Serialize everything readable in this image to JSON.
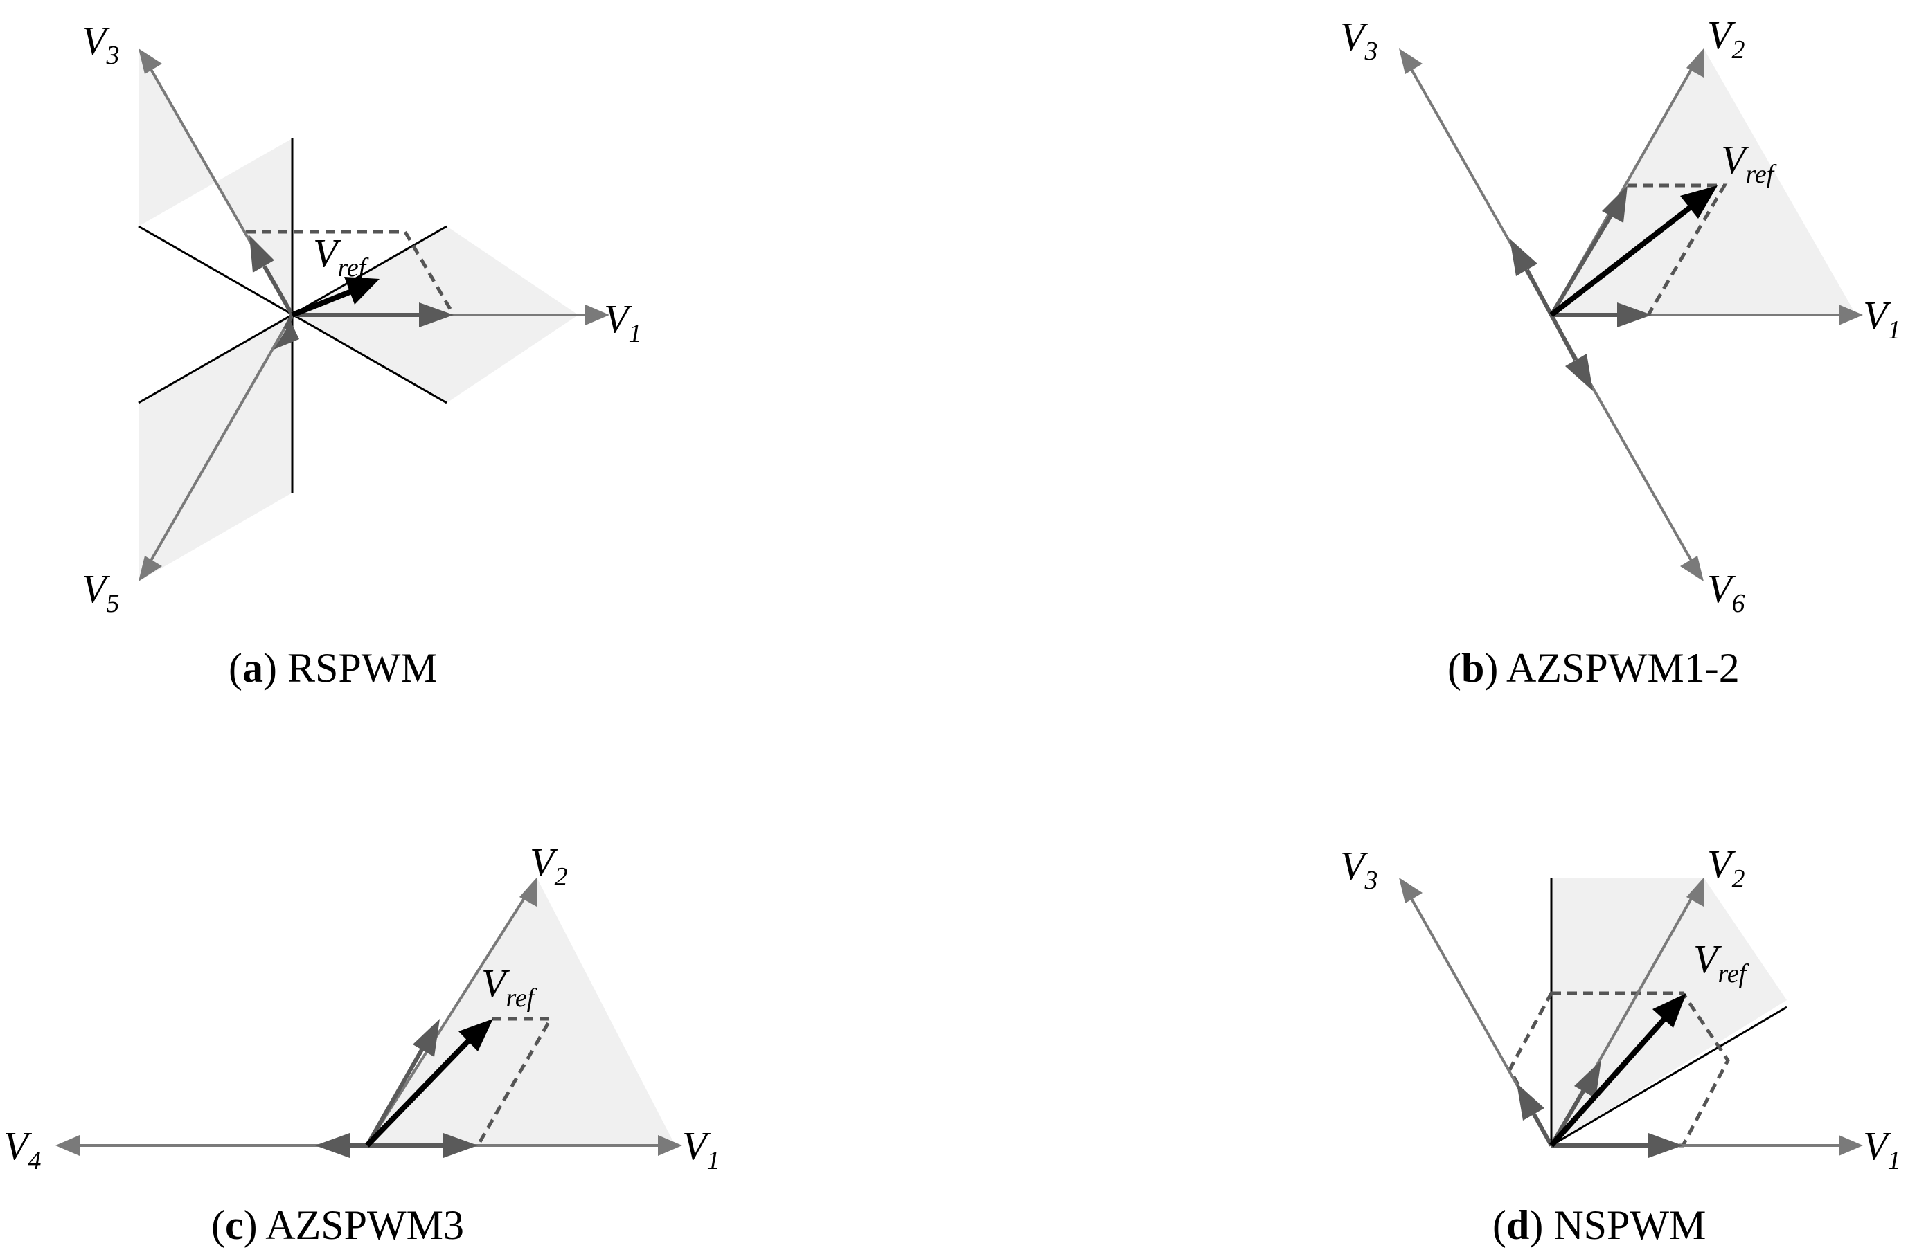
{
  "panels": [
    {
      "id": "a",
      "caption": {
        "letter": "a",
        "title": "RSPWM"
      },
      "labels": {
        "v1": {
          "main": "V",
          "sub": "1"
        },
        "v3": {
          "main": "V",
          "sub": "3"
        },
        "v5": {
          "main": "V",
          "sub": "5"
        },
        "vref": {
          "main": "V",
          "sub": "ref"
        }
      }
    },
    {
      "id": "b",
      "caption": {
        "letter": "b",
        "title": "AZSPWM1-2"
      },
      "labels": {
        "v1": {
          "main": "V",
          "sub": "1"
        },
        "v2": {
          "main": "V",
          "sub": "2"
        },
        "v3": {
          "main": "V",
          "sub": "3"
        },
        "v6": {
          "main": "V",
          "sub": "6"
        },
        "vref": {
          "main": "V",
          "sub": "ref"
        }
      }
    },
    {
      "id": "c",
      "caption": {
        "letter": "c",
        "title": "AZSPWM3"
      },
      "labels": {
        "v1": {
          "main": "V",
          "sub": "1"
        },
        "v2": {
          "main": "V",
          "sub": "2"
        },
        "v4": {
          "main": "V",
          "sub": "4"
        },
        "vref": {
          "main": "V",
          "sub": "ref"
        }
      }
    },
    {
      "id": "d",
      "caption": {
        "letter": "d",
        "title": "NSPWM"
      },
      "labels": {
        "v1": {
          "main": "V",
          "sub": "1"
        },
        "v2": {
          "main": "V",
          "sub": "2"
        },
        "v3": {
          "main": "V",
          "sub": "3"
        },
        "vref": {
          "main": "V",
          "sub": "ref"
        }
      }
    }
  ],
  "colors": {
    "sector_fill": "#f0f0f0",
    "vector_gray": "#7a7a7a",
    "component_gray": "#5a5a5a",
    "reference_black": "#000000",
    "dashed_gray": "#555555"
  }
}
